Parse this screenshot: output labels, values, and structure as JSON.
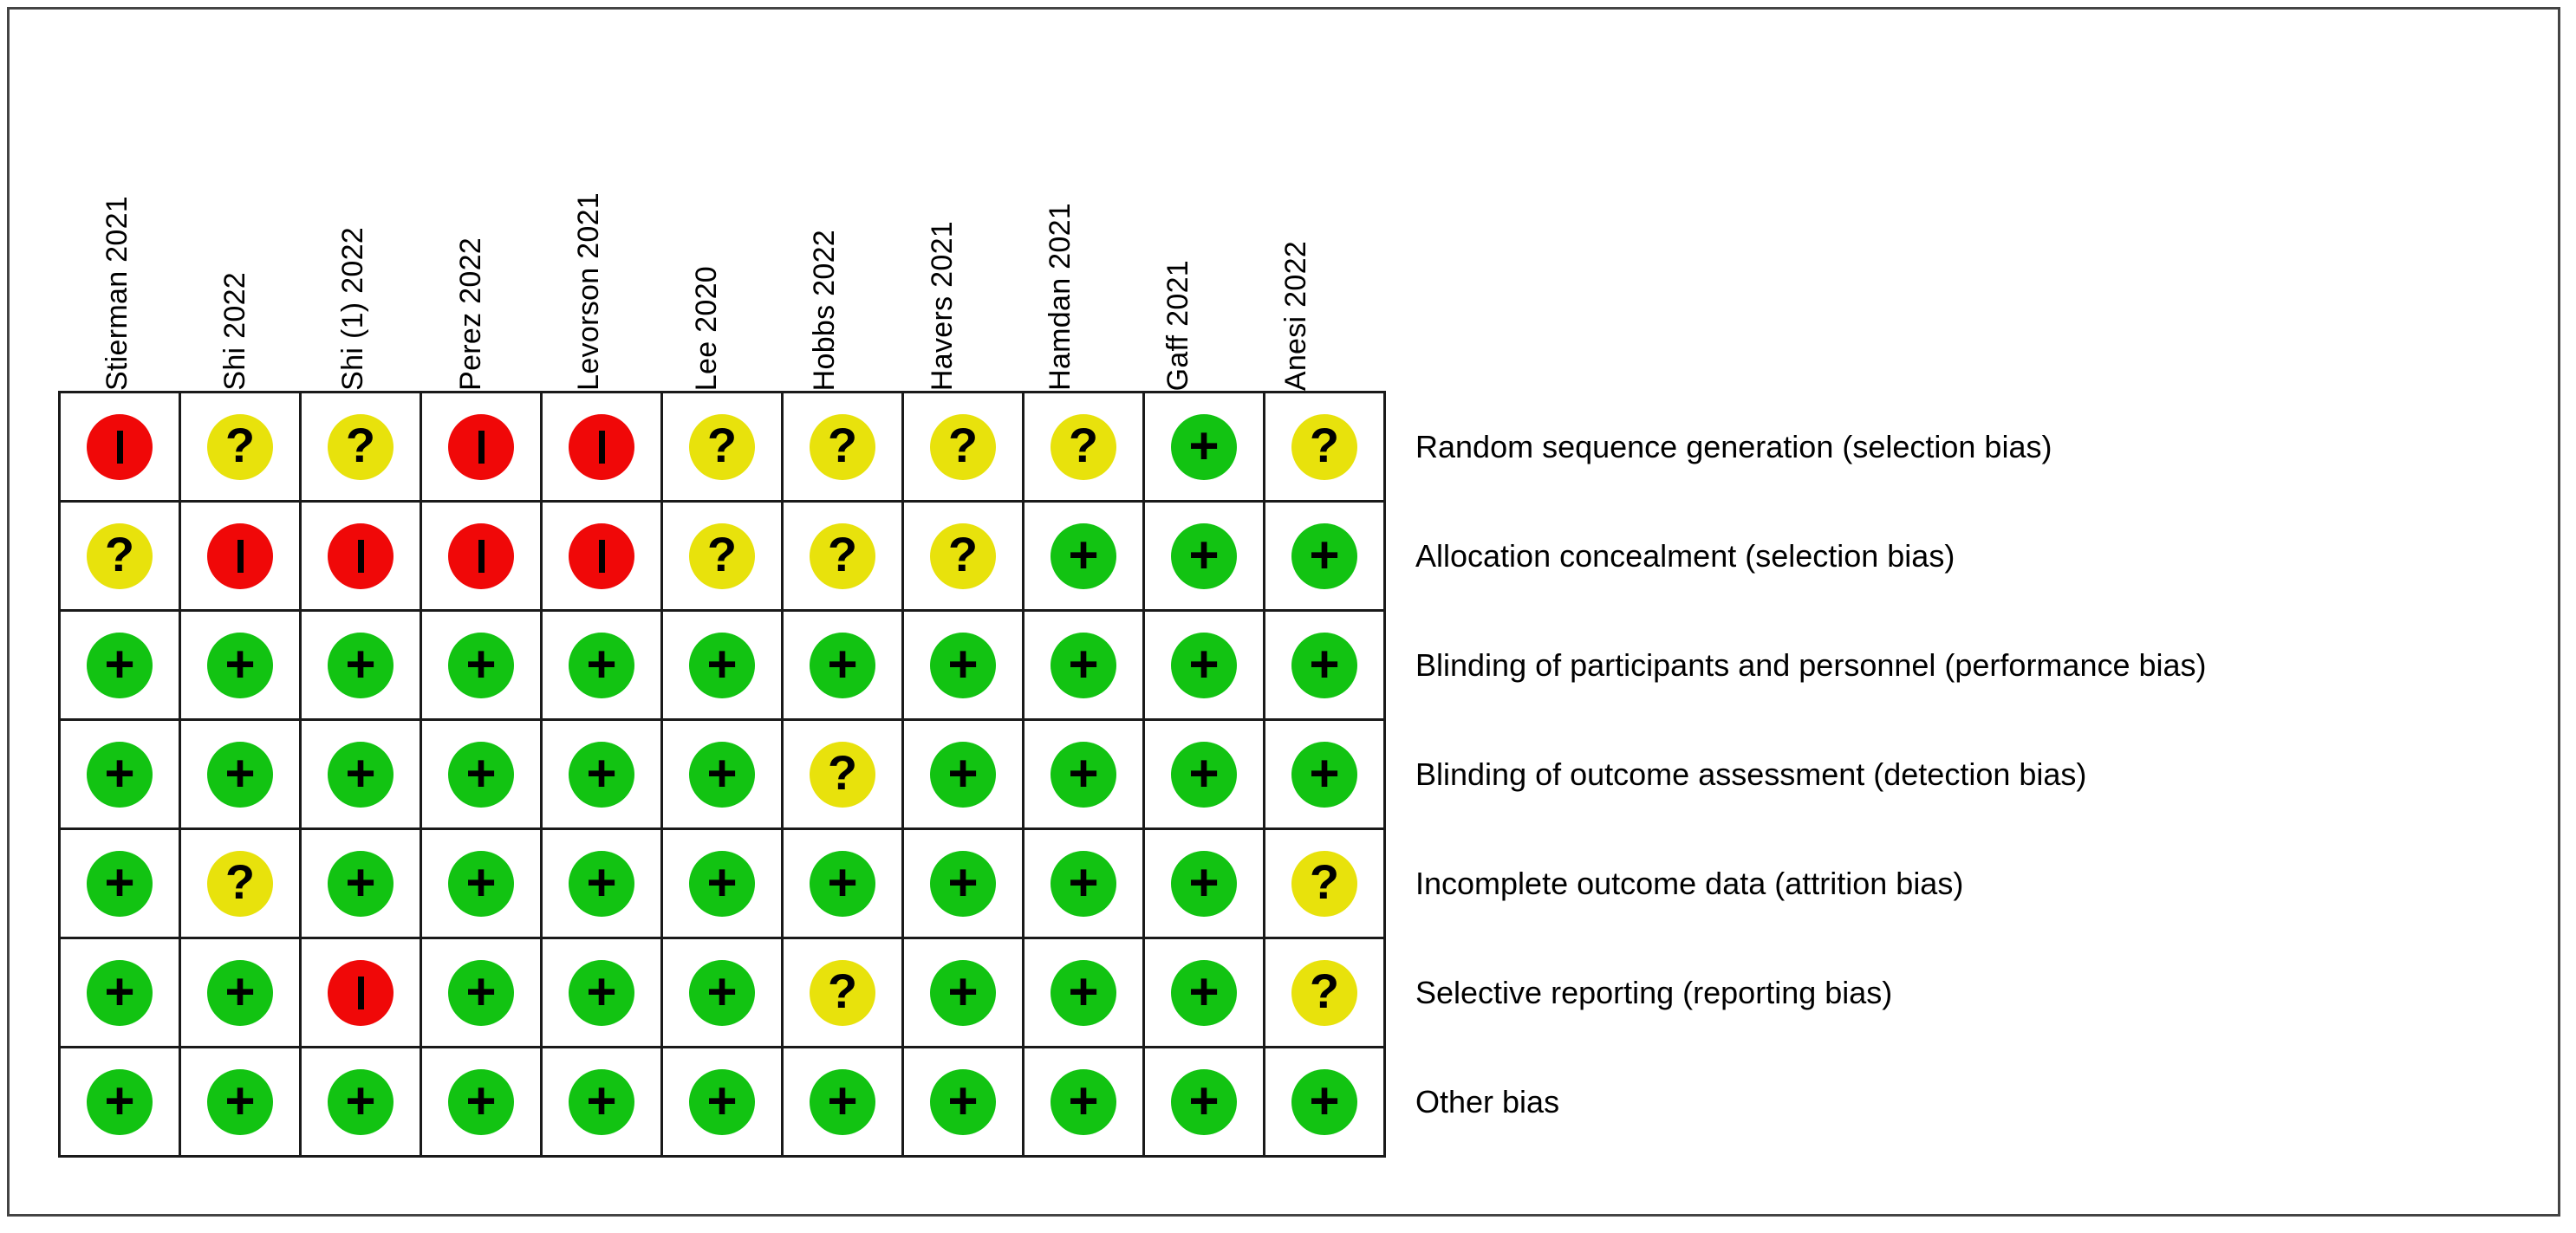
{
  "figure": {
    "type": "risk-of-bias-summary",
    "title": "",
    "legend": {
      "low": "+",
      "unclear": "?",
      "high": "–"
    },
    "colors": {
      "low": "#12c312",
      "unclear": "#e8e20c",
      "high": "#f00808",
      "grid": "#1a1a1a",
      "frame": "#444444",
      "background": "#ffffff",
      "text": "#000000"
    }
  },
  "chart_data": {
    "type": "heatmap",
    "title": "",
    "xlabel": "",
    "ylabel": "",
    "legend_position": "none",
    "grid": true,
    "categories": [
      "Stierman 2021",
      "Shi 2022",
      "Shi (1) 2022",
      "Perez 2022",
      "Levorson 2021",
      "Lee 2020",
      "Hobbs 2022",
      "Havers 2021",
      "Hamdan 2021",
      "Gaff 2021",
      "Anesi 2022"
    ],
    "rows": [
      "Random sequence generation (selection bias)",
      "Allocation concealment (selection bias)",
      "Blinding of participants and personnel (performance bias)",
      "Blinding of outcome assessment (detection bias)",
      "Incomplete outcome data (attrition bias)",
      "Selective reporting (reporting bias)",
      "Other bias"
    ],
    "values": [
      [
        "high",
        "unclear",
        "unclear",
        "high",
        "high",
        "unclear",
        "unclear",
        "unclear",
        "unclear",
        "low",
        "unclear"
      ],
      [
        "unclear",
        "high",
        "high",
        "high",
        "high",
        "unclear",
        "unclear",
        "unclear",
        "low",
        "low",
        "low"
      ],
      [
        "low",
        "low",
        "low",
        "low",
        "low",
        "low",
        "low",
        "low",
        "low",
        "low",
        "low"
      ],
      [
        "low",
        "low",
        "low",
        "low",
        "low",
        "low",
        "unclear",
        "low",
        "low",
        "low",
        "low"
      ],
      [
        "low",
        "unclear",
        "low",
        "low",
        "low",
        "low",
        "low",
        "low",
        "low",
        "low",
        "unclear"
      ],
      [
        "low",
        "low",
        "high",
        "low",
        "low",
        "low",
        "unclear",
        "low",
        "low",
        "low",
        "unclear"
      ],
      [
        "low",
        "low",
        "low",
        "low",
        "low",
        "low",
        "low",
        "low",
        "low",
        "low",
        "low"
      ]
    ],
    "value_labels": {
      "low": "+",
      "unclear": "?",
      "high": "–"
    },
    "value_names": {
      "low": "Low risk of bias",
      "unclear": "Unclear risk of bias",
      "high": "High risk of bias"
    }
  }
}
